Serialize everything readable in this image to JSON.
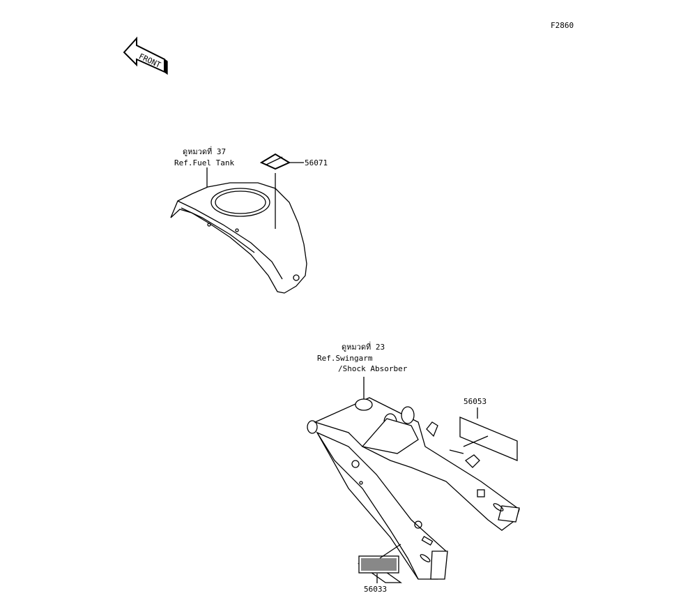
{
  "diagram_id": "F2860",
  "front_label": "FRONT",
  "fuel_tank_ref": {
    "thai": "ดูหมวดที่ 37",
    "ref": "Ref.Fuel Tank"
  },
  "swingarm_ref": {
    "thai": "ดูหมวดที่ 23",
    "ref": "Ref.Swingarm",
    "ref2": "/Shock Absorber"
  },
  "parts": [
    {
      "number": "56071"
    },
    {
      "number": "56053"
    },
    {
      "number": "56033"
    }
  ]
}
